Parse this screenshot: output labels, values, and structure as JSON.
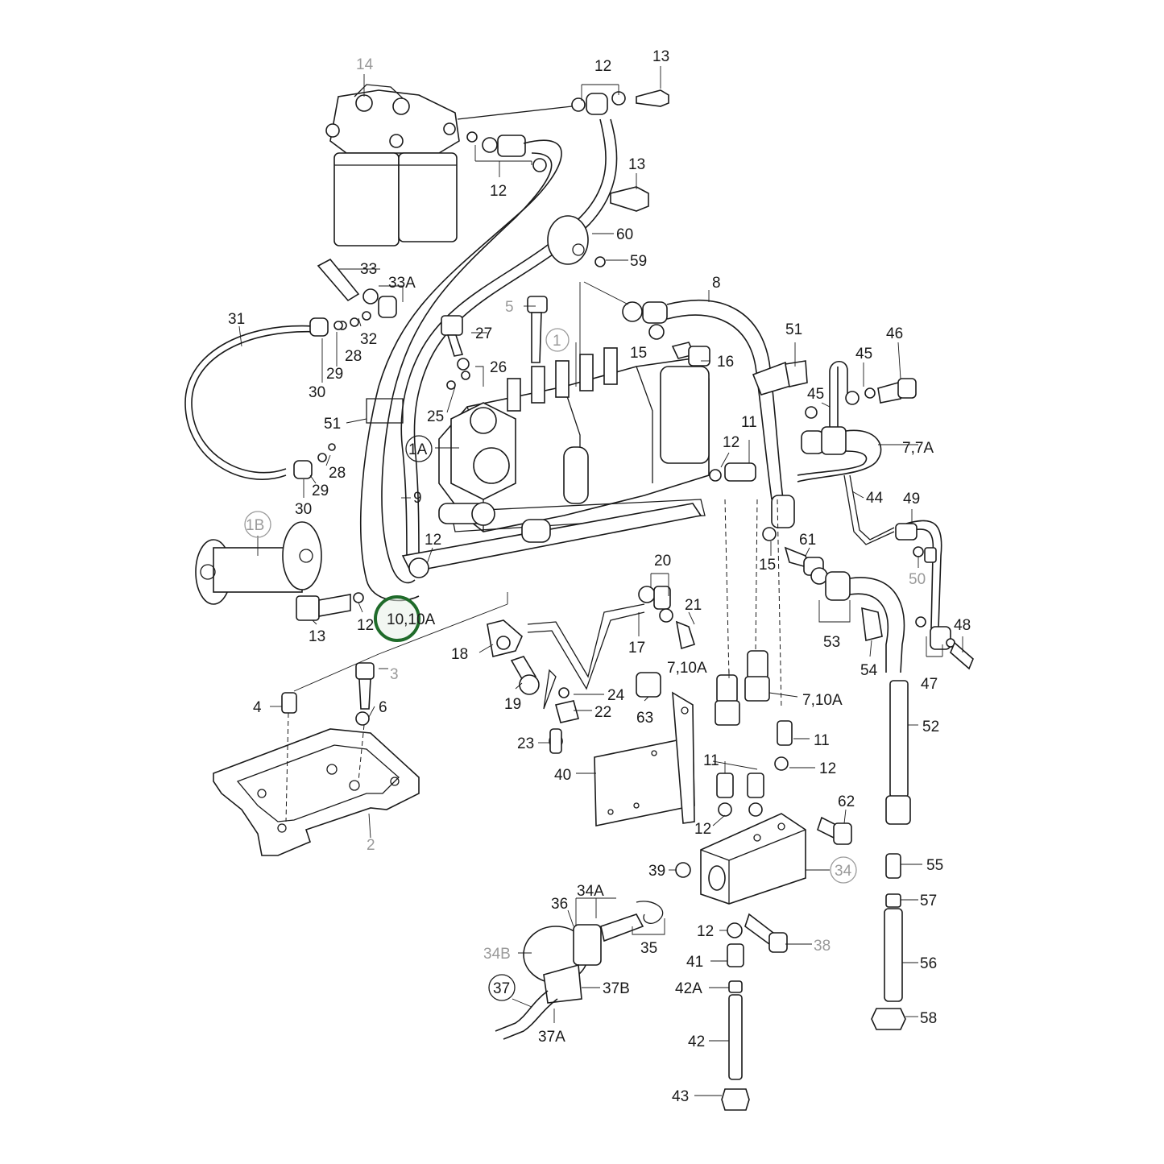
{
  "colors": {
    "line": "#1a1a1a",
    "muted_label": "#9a9a9a",
    "highlight_ring": "#1f6b2a",
    "highlight_fill": "#e8f0e8"
  },
  "labels": {
    "l14": "14",
    "l12a": "12",
    "l13a": "13",
    "l12b": "12",
    "l13b": "13",
    "l60": "60",
    "l59": "59",
    "l33": "33",
    "l33A": "33A",
    "l8": "8",
    "l31": "31",
    "l32": "32",
    "l28a": "28",
    "l29a": "29",
    "l30a": "30",
    "l5": "5",
    "l27": "27",
    "l1": "1",
    "l15a": "15",
    "l16": "16",
    "l51a": "51",
    "l45a": "45",
    "l46": "46",
    "l45b": "45",
    "l26": "26",
    "l25": "25",
    "l51b": "51",
    "l1A": "1A",
    "l11a": "11",
    "l12c": "12",
    "l77A": "7,7A",
    "l28b": "28",
    "l29b": "29",
    "l30b": "30",
    "l9": "9",
    "l44": "44",
    "l49": "49",
    "l1B": "1B",
    "l12d": "12",
    "l61": "61",
    "l15b": "15",
    "l50": "50",
    "l20": "20",
    "l21": "21",
    "l13c": "13",
    "l12e": "12",
    "l1010A": "10,10A",
    "l53": "53",
    "l48": "48",
    "l18": "18",
    "l17": "17",
    "l54": "54",
    "l47": "47",
    "l3": "3",
    "l710Aa": "7,10A",
    "l710Ab": "7,10A",
    "l4": "4",
    "l6": "6",
    "l19": "19",
    "l24": "24",
    "l22": "22",
    "l63": "63",
    "l52": "52",
    "l11b": "11",
    "l23": "23",
    "l40": "40",
    "l11c": "11",
    "l12f": "12",
    "l62": "62",
    "l2": "2",
    "l12g": "12",
    "l55": "55",
    "l39": "39",
    "l34": "34",
    "l57": "57",
    "l36": "36",
    "l34A": "34A",
    "l35": "35",
    "l12h": "12",
    "l38": "38",
    "l34B": "34B",
    "l41": "41",
    "l56": "56",
    "l37": "37",
    "l37B": "37B",
    "l42A": "42A",
    "l58": "58",
    "l37A": "37A",
    "l42": "42",
    "l43": "43"
  }
}
